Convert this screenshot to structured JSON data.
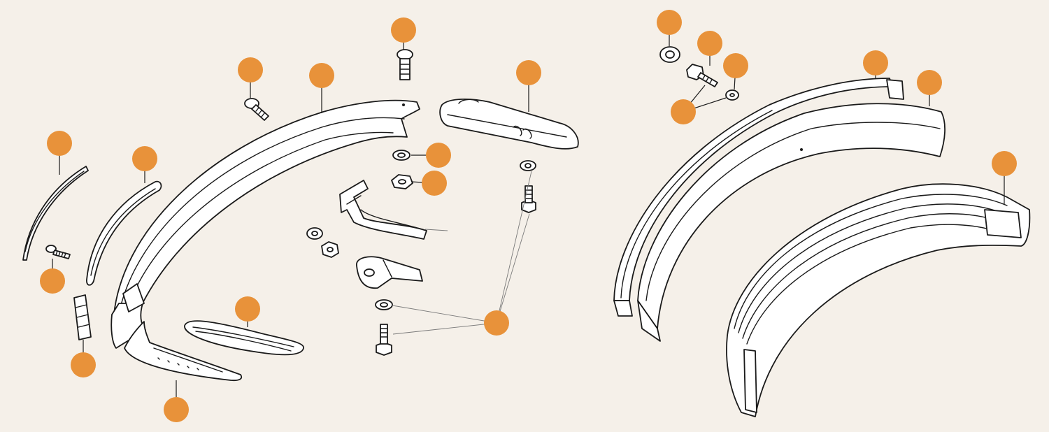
{
  "diagram": {
    "type": "exploded-parts",
    "background": "#f5f0e9",
    "callout_color": "#e8923a",
    "line_color": "#1a1a1a"
  },
  "callouts": [
    {
      "id": "c1"
    },
    {
      "id": "c2"
    },
    {
      "id": "c3"
    },
    {
      "id": "c4"
    },
    {
      "id": "c5"
    },
    {
      "id": "c6"
    },
    {
      "id": "c7"
    },
    {
      "id": "c8"
    },
    {
      "id": "c9"
    },
    {
      "id": "c10"
    },
    {
      "id": "c11"
    },
    {
      "id": "c12"
    },
    {
      "id": "c13"
    },
    {
      "id": "c14"
    },
    {
      "id": "c15"
    },
    {
      "id": "c16"
    },
    {
      "id": "c17"
    },
    {
      "id": "c18"
    },
    {
      "id": "c19"
    },
    {
      "id": "c20"
    },
    {
      "id": "c21"
    },
    {
      "id": "c22"
    }
  ]
}
